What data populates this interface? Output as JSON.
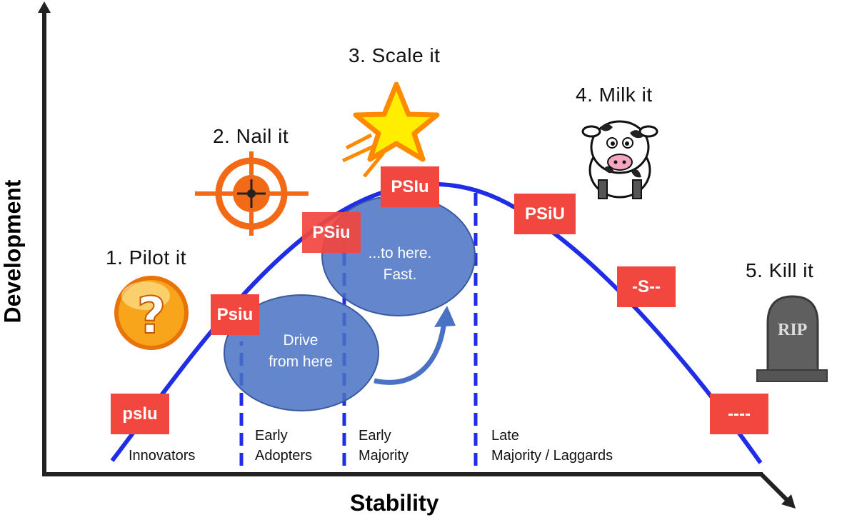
{
  "axes": {
    "x_label": "Stability",
    "y_label": "Development"
  },
  "stages": [
    {
      "id": "pilot",
      "label": "1. Pilot it",
      "icon": "question-icon"
    },
    {
      "id": "nail",
      "label": "2. Nail it",
      "icon": "target-icon"
    },
    {
      "id": "scale",
      "label": "3. Scale it",
      "icon": "star-icon"
    },
    {
      "id": "milk",
      "label": "4. Milk it",
      "icon": "cow-icon"
    },
    {
      "id": "kill",
      "label": "5. Kill it",
      "icon": "tombstone-icon"
    }
  ],
  "tombstone_text": "RIP",
  "markers": [
    {
      "id": "pslu",
      "label": "pslu"
    },
    {
      "id": "psiu",
      "label": "Psiu"
    },
    {
      "id": "psiu2",
      "label": "PSiu"
    },
    {
      "id": "pslu-peak",
      "label": "PSIu"
    },
    {
      "id": "psiu-cap",
      "label": "PSiU"
    },
    {
      "id": "s",
      "label": "-S--"
    },
    {
      "id": "dashes",
      "label": "----"
    }
  ],
  "segments": [
    {
      "id": "innovators",
      "line1": "Innovators",
      "line2": ""
    },
    {
      "id": "early-adopters",
      "line1": "Early",
      "line2": "Adopters"
    },
    {
      "id": "early-majority",
      "line1": "Early",
      "line2": "Majority"
    },
    {
      "id": "late-majority",
      "line1": "Late",
      "line2": "Majority / Laggards"
    }
  ],
  "bubbles": {
    "drive_line1": "Drive",
    "drive_line2": "from here",
    "to_line1": "...to here.",
    "to_line2": "Fast."
  },
  "colors": {
    "curve": "#1f2ee6",
    "marker": "#f2473f",
    "bubble": "#4a72c4",
    "target": "#f26a16",
    "star": "#ffee00"
  }
}
